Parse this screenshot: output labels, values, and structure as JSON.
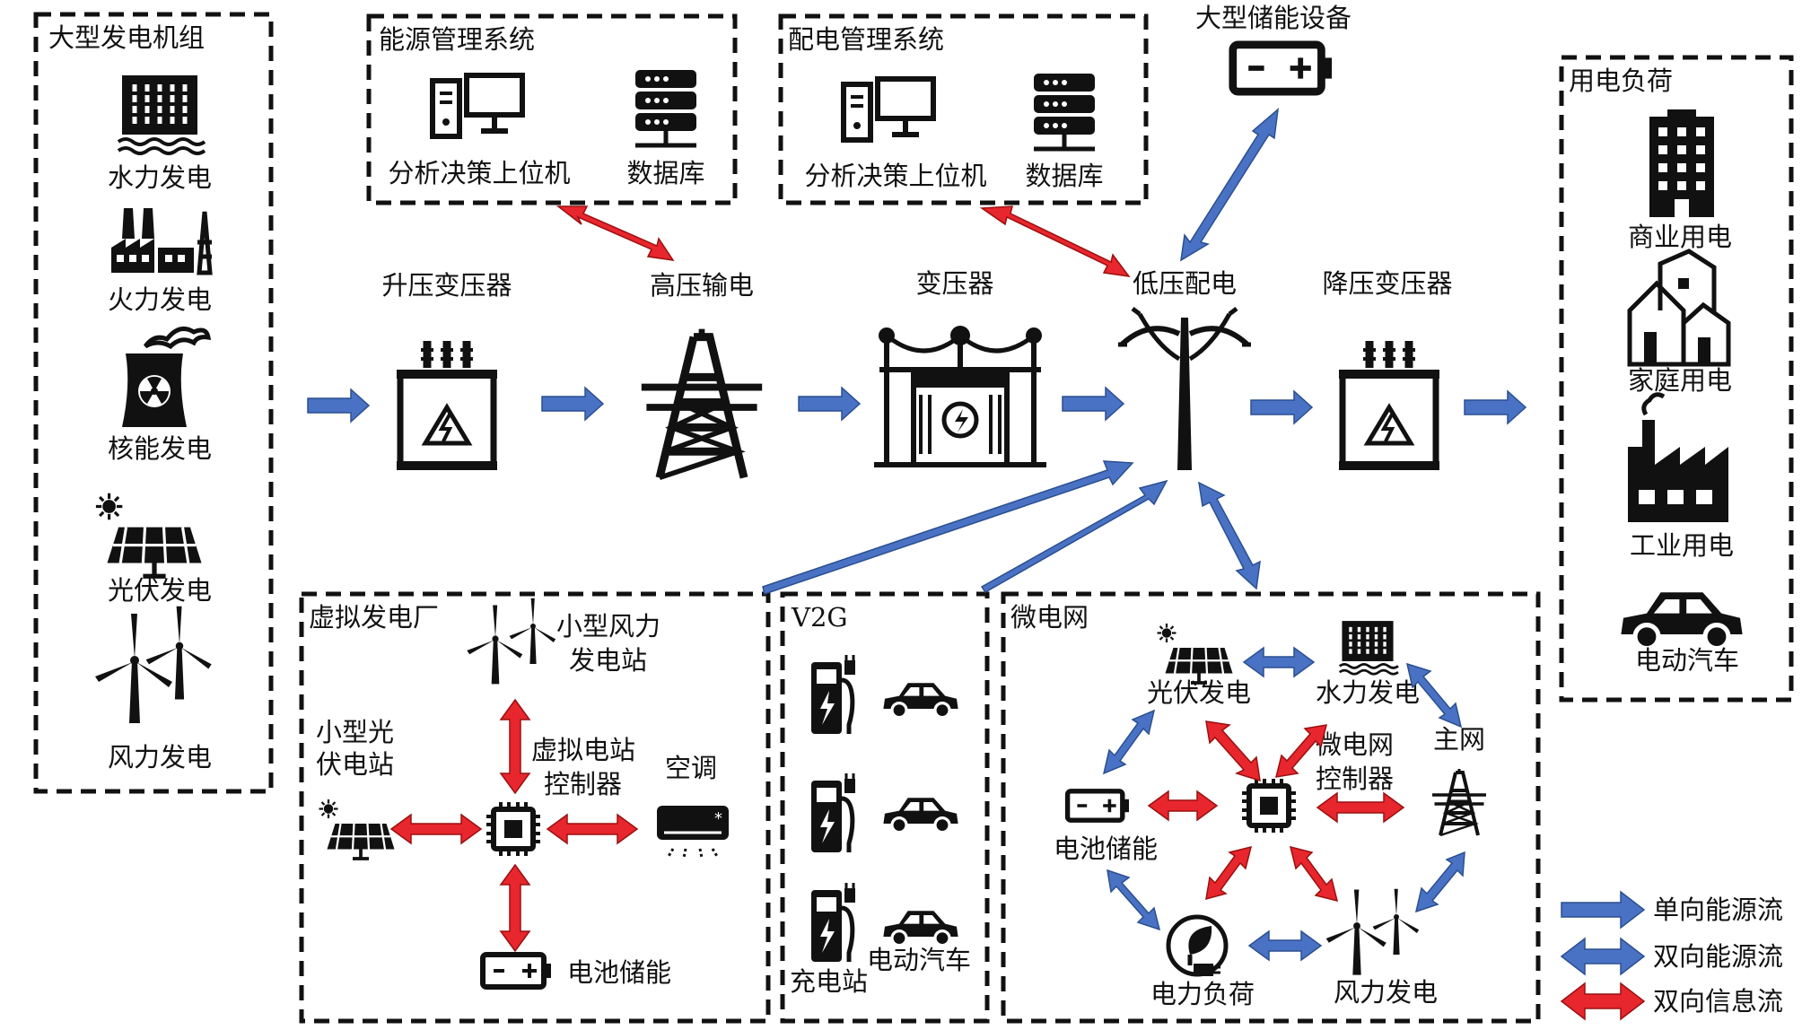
{
  "groups": {
    "generation": "大型发电机组",
    "ems": "能源管理系统",
    "dms": "配电管理系统",
    "storage": "大型储能设备",
    "loads": "用电负荷",
    "vpp": "虚拟发电厂",
    "v2g": "V2G",
    "microgrid": "微电网"
  },
  "generation_items": [
    "水力发电",
    "火力发电",
    "核能发电",
    "光伏发电",
    "风力发电"
  ],
  "ems_items": [
    "分析决策上位机",
    "数据库"
  ],
  "dms_items": [
    "分析决策上位机",
    "数据库"
  ],
  "chain": [
    "升压变压器",
    "高压输电",
    "变压器",
    "低压配电",
    "降压变压器"
  ],
  "load_items": [
    "商业用电",
    "家庭用电",
    "工业用电",
    "电动汽车"
  ],
  "vpp_items": {
    "wind_line1": "小型风力",
    "wind_line2": "发电站",
    "pv_line1": "小型光",
    "pv_line2": "伏电站",
    "ctrl_line1": "虚拟电站",
    "ctrl_line2": "控制器",
    "ac": "空调",
    "battery": "电池储能"
  },
  "v2g_items": {
    "station": "充电站",
    "car": "电动汽车"
  },
  "microgrid_items": {
    "pv": "光伏发电",
    "hydro": "水力发电",
    "grid": "主网",
    "ctrl_line1": "微电网",
    "ctrl_line2": "控制器",
    "battery": "电池储能",
    "load": "电力负荷",
    "wind": "风力发电"
  },
  "legend": [
    "单向能源流",
    "双向能源流",
    "双向信息流"
  ],
  "colors": {
    "energy": "#4a72c4",
    "info": "#e8262d",
    "outline": "#111111"
  },
  "icons": [
    "hydro-dam-icon",
    "thermal-plant-icon",
    "nuclear-plant-icon",
    "solar-panel-icon",
    "wind-turbine-icon",
    "computer-icon",
    "server-icon",
    "battery-icon",
    "transformer-icon",
    "pylon-icon",
    "substation-icon",
    "utility-pole-icon",
    "building-icon",
    "houses-icon",
    "factory-icon",
    "car-icon",
    "chip-icon",
    "air-conditioner-icon",
    "ev-charger-icon",
    "plug-icon"
  ]
}
